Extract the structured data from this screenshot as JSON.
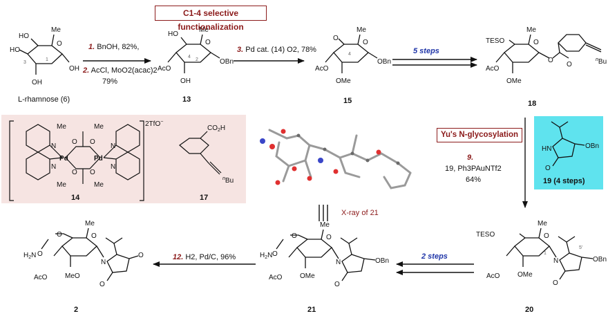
{
  "title": "C1-4 selective functionalization",
  "labels": {
    "l_rhamnose": "L-rhamnose (6)",
    "c13": "13",
    "c15": "15",
    "c18": "18",
    "c14": "14",
    "c17": "17",
    "c19": "19 (4 steps)",
    "c20": "20",
    "c21": "21",
    "c2": "2",
    "xray": "X-ray of 21"
  },
  "steps": {
    "s1_num": "1.",
    "s1_text": "BnOH, 82%,",
    "s2_num": "2.",
    "s2_text": "AcCl, MoO2(acac)2",
    "s2_yield": "79%",
    "s3_num": "3.",
    "s3_text": "Pd cat. (14) O2, 78%",
    "five_steps": "5 steps",
    "yu": "Yu's N-glycosylation",
    "s9_num": "9.",
    "s9_text": "19, Ph3PAuNTf2",
    "s9_yield": "64%",
    "two_steps": "2 steps",
    "s12_num": "12.",
    "s12_text": "H2, Pd/C, 96%"
  },
  "colors": {
    "accent_red": "#8b1a1a",
    "accent_blue": "#1f35a8",
    "panel_pink": "#f6e4e2",
    "panel_cyan": "#5fe3ee"
  }
}
